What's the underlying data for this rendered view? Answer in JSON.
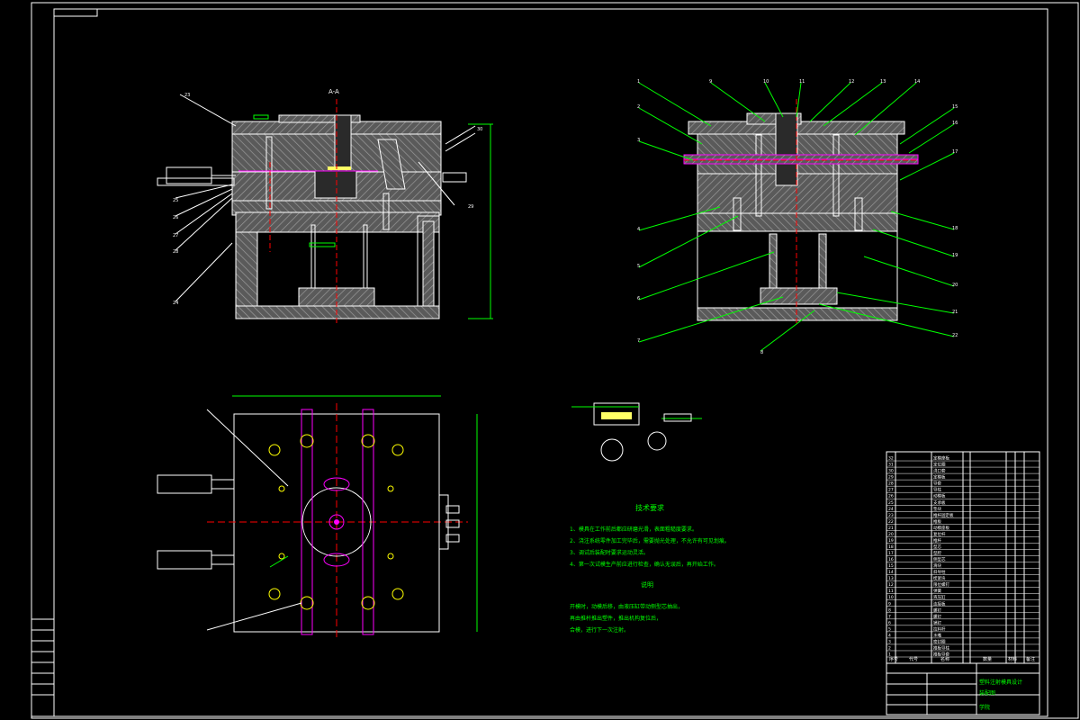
{
  "colors": {
    "background": "#000000",
    "frame": "#ffffff",
    "green": "#00ff00",
    "magenta": "#ff00ff",
    "red": "#ff0000",
    "yellow": "#ffff00",
    "cyan": "#00ffff",
    "hatch": "#9a9a9a",
    "section_fill": "#6d6d6d"
  },
  "drawing": {
    "section_label": "A-A",
    "tech_req_title": "技术要求",
    "tech_req_lines": [
      "1、模具在工作前后都应研磨光滑，表面粗糙度要求。",
      "2、浇注系统零件加工完毕后，需要抛光处理，不允许有可见划痕。",
      "3、调试后装配时要求运动灵活。",
      "4、第一次试模生产前应进行检查，确认无误后，再开始工作。"
    ],
    "explain_title": "说明",
    "explain_lines": [
      "开模时，动模后移，由液压缸带动侧型芯抽出，",
      "再由推杆推出塑件，推出机构复位后，",
      "合模，进行下一次注射。"
    ],
    "part_numbers": [
      "1",
      "2",
      "3",
      "4",
      "5",
      "6",
      "7",
      "8",
      "9",
      "10",
      "11",
      "12",
      "13",
      "14",
      "15",
      "16",
      "17",
      "18",
      "19",
      "20",
      "21",
      "22",
      "23",
      "24",
      "25",
      "26",
      "27",
      "28",
      "29",
      "30"
    ],
    "bom_rows": [
      "定模座板",
      "定位圈",
      "浇口套",
      "定模板",
      "导套",
      "导柱",
      "动模板",
      "支承板",
      "垫块",
      "推杆固定板",
      "推板",
      "动模座板",
      "复位杆",
      "推杆",
      "型芯",
      "型腔",
      "侧型芯",
      "滑块",
      "斜导柱",
      "楔紧块",
      "限位螺钉",
      "弹簧",
      "液压缸",
      "连接板",
      "螺钉",
      "螺钉",
      "销钉",
      "拉料杆",
      "水嘴",
      "密封圈",
      "推板导柱",
      "推板导套"
    ],
    "title_block_name": "塑料注射模具设计",
    "title_block_sub": "装配图",
    "title_block_company": "学院",
    "header_labels": [
      "序号",
      "代号",
      "名称",
      "数量",
      "材料",
      "备注"
    ]
  }
}
